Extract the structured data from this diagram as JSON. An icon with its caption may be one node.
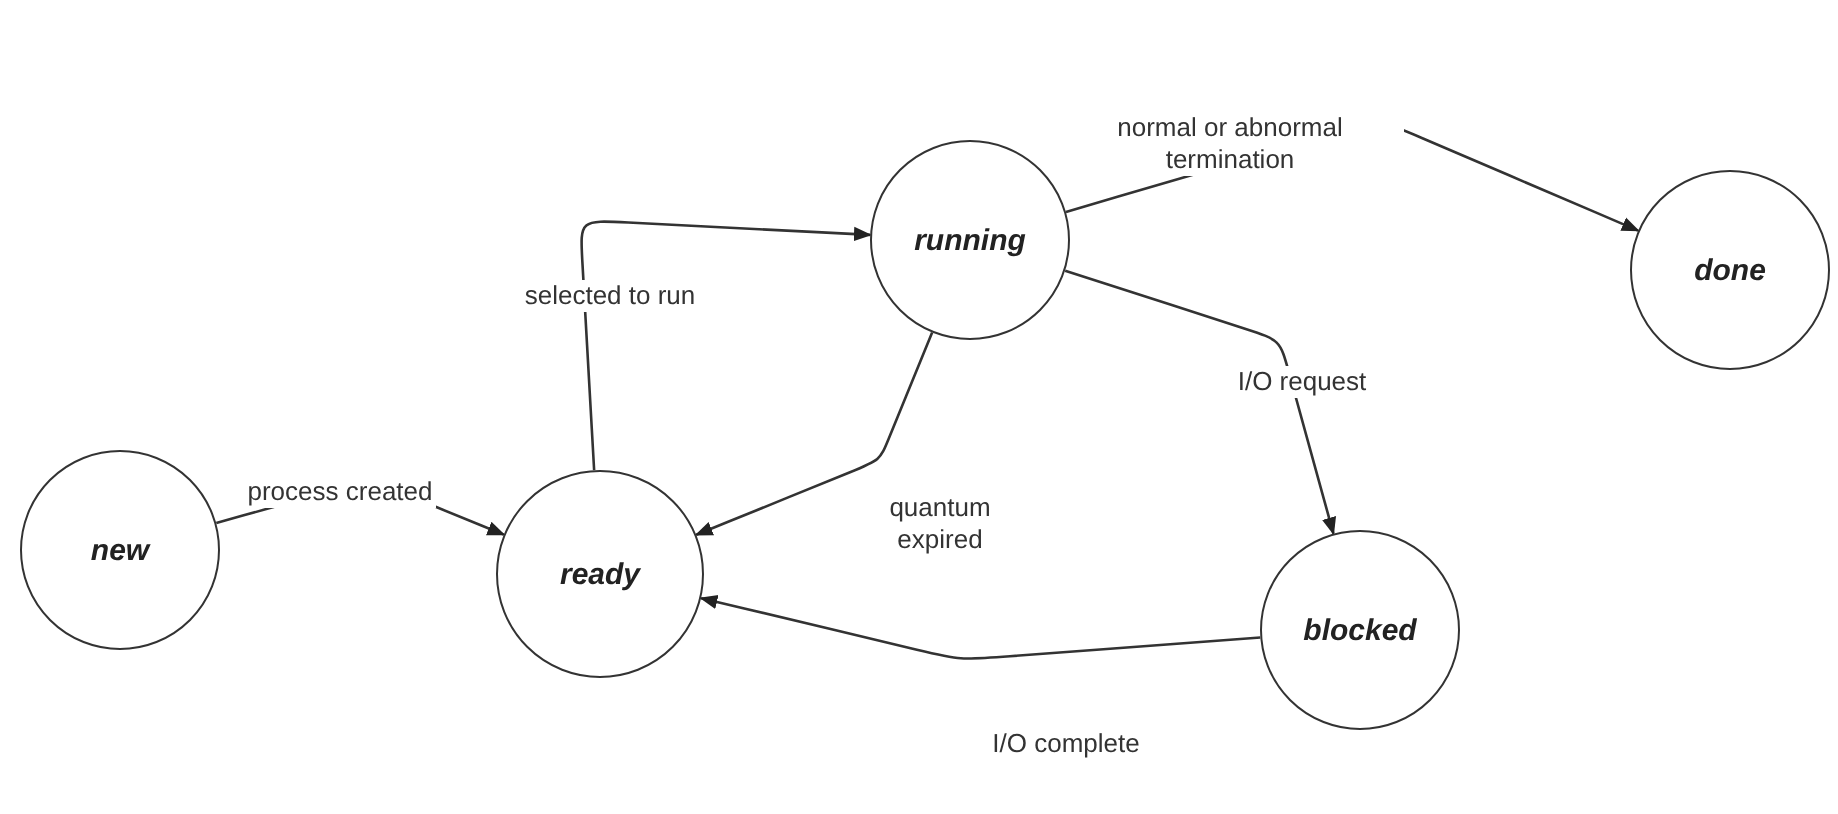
{
  "diagram": {
    "nodes": [
      {
        "text": [
          "new"
        ]
      },
      {
        "text": [
          "ready"
        ]
      },
      {
        "text": [
          "running"
        ]
      },
      {
        "text": [
          "done"
        ]
      },
      {
        "text": [
          "blocked"
        ]
      }
    ],
    "edges": [
      {
        "from": 0,
        "to": 1,
        "arrow": "to",
        "label": "process created"
      },
      {
        "from": 1,
        "to": 2,
        "arrow": "to",
        "label": "selected to run"
      },
      {
        "from": 2,
        "to": 1,
        "arrow": "to",
        "label": "quantum expired"
      },
      {
        "from": 2,
        "to": 3,
        "arrow": "to",
        "label": "normal or abnormal termination"
      },
      {
        "from": 2,
        "to": 4,
        "arrow": "to",
        "label": "I/O request"
      },
      {
        "from": 4,
        "to": 1,
        "arrow": "to",
        "label": "I/O complete"
      }
    ]
  }
}
